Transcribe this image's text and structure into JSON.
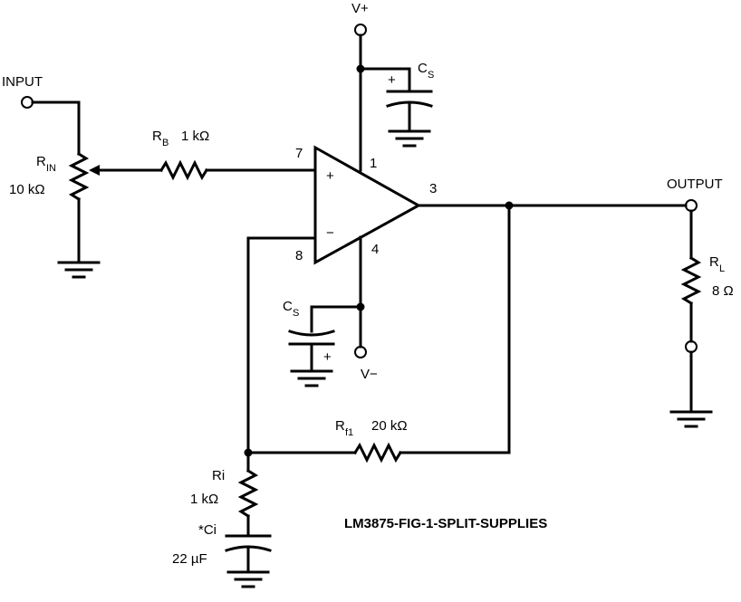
{
  "labels": {
    "v_plus": "V+",
    "v_minus": "V−",
    "input": "INPUT",
    "output": "OUTPUT",
    "pin7": "7",
    "pin8": "8",
    "pin1": "1",
    "pin4": "4",
    "pin3": "3",
    "plus_sign": "+",
    "minus_sign": "−",
    "cs_top_polarity": "+",
    "cs_bottom_polarity": "+"
  },
  "components": {
    "rin": {
      "name": "R",
      "sub": "IN",
      "value": "10 kΩ"
    },
    "rb": {
      "name": "R",
      "sub": "B",
      "value": "1 kΩ"
    },
    "cs_top": {
      "name": "C",
      "sub": "S"
    },
    "cs_bottom": {
      "name": "C",
      "sub": "S"
    },
    "rl": {
      "name": "R",
      "sub": "L",
      "value": "8 Ω"
    },
    "rf1": {
      "name": "R",
      "sub": "f1",
      "value": "20 kΩ"
    },
    "ri": {
      "name": "Ri",
      "value": "1 kΩ"
    },
    "ci": {
      "name": "*Ci",
      "value": "22 µF"
    }
  },
  "caption": "LM3875-FIG-1-SPLIT-SUPPLIES"
}
